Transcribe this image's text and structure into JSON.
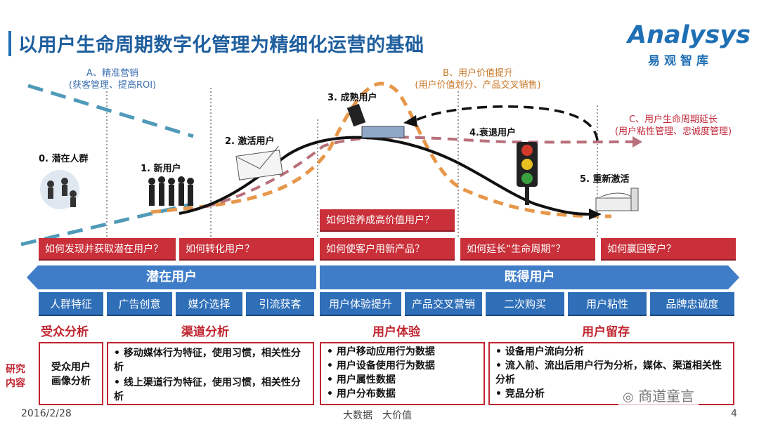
{
  "title": "以用户生命周期数字化管理为精细化运营的基础",
  "logo": {
    "text": "Analysys",
    "sub": "易观智库"
  },
  "stages": [
    {
      "label": "0. 潜在人群"
    },
    {
      "label": "1. 新用户"
    },
    {
      "label": "2. 激活用户"
    },
    {
      "label": "3. 成熟用户"
    },
    {
      "label": "4.衰退用户"
    },
    {
      "label": "5. 重新激活"
    }
  ],
  "strategies": {
    "a_title": "A、精准营销",
    "a_sub": "(获客管理、提高ROI)",
    "b_title": "B、用户价值提升",
    "b_sub": "(用户价值划分、产品交叉销售)",
    "c_title": "C、用户生命周期延长",
    "c_sub": "(用户粘性管理、忠诚度管理)"
  },
  "questions": {
    "extra": "如何培养成高价值用户？",
    "items": [
      "如何发现并获取潜在用户？",
      "如何转化用户？",
      "如何使客户用新产品？",
      "如何延长“生命周期”？",
      "如何赢回客户？"
    ]
  },
  "bands": {
    "left": "潜在用户",
    "right": "既得用户"
  },
  "tiles": [
    "人群特征",
    "广告创意",
    "媒介选择",
    "引流获客",
    "用户体验提升",
    "产品交叉营销",
    "二次购买",
    "用户粘性",
    "品牌忠诚度"
  ],
  "sections": [
    "受众分析",
    "渠道分析",
    "用户体验",
    "用户留存"
  ],
  "research_label": "研究\n内容",
  "boxes": {
    "audience": "受众用户\n画像分析",
    "channel": [
      "• 移动媒体行为特征，使用习惯，相关性分析",
      "• 线上渠道行为特征，使用习惯，相关性分析"
    ],
    "experience": [
      "• 用户移动应用行为数据",
      "• 用户设备使用行为数据",
      "• 用户属性数据",
      "• 用户分布数据"
    ],
    "retention": [
      "• 设备用户流向分析",
      "• 流入前、流出后用户行为分析，媒体、渠道相关性分析",
      "• 竞品分析"
    ]
  },
  "footer": {
    "date": "2016/2/28",
    "center": "大数据　大价值",
    "page": "4",
    "watermark": "商道童言"
  },
  "colors": {
    "title": "#1f5f9e",
    "red": "#c9303a",
    "blue": "#2f6fb8",
    "orange": "#e7974a"
  }
}
